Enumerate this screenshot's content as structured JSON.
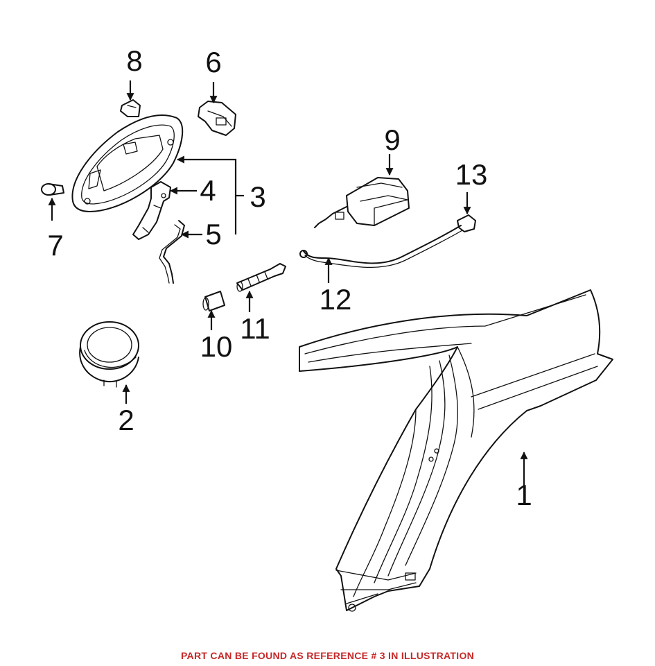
{
  "callouts": {
    "p1": "1",
    "p2": "2",
    "p3": "3",
    "p4": "4",
    "p5": "5",
    "p6": "6",
    "p7": "7",
    "p8": "8",
    "p9": "9",
    "p10": "10",
    "p11": "11",
    "p12": "12",
    "p13": "13"
  },
  "caption": "PART CAN BE FOUND AS REFERENCE # 3 IN ILLUSTRATION",
  "colors": {
    "caption": "#c62828",
    "lines": "#111111"
  }
}
